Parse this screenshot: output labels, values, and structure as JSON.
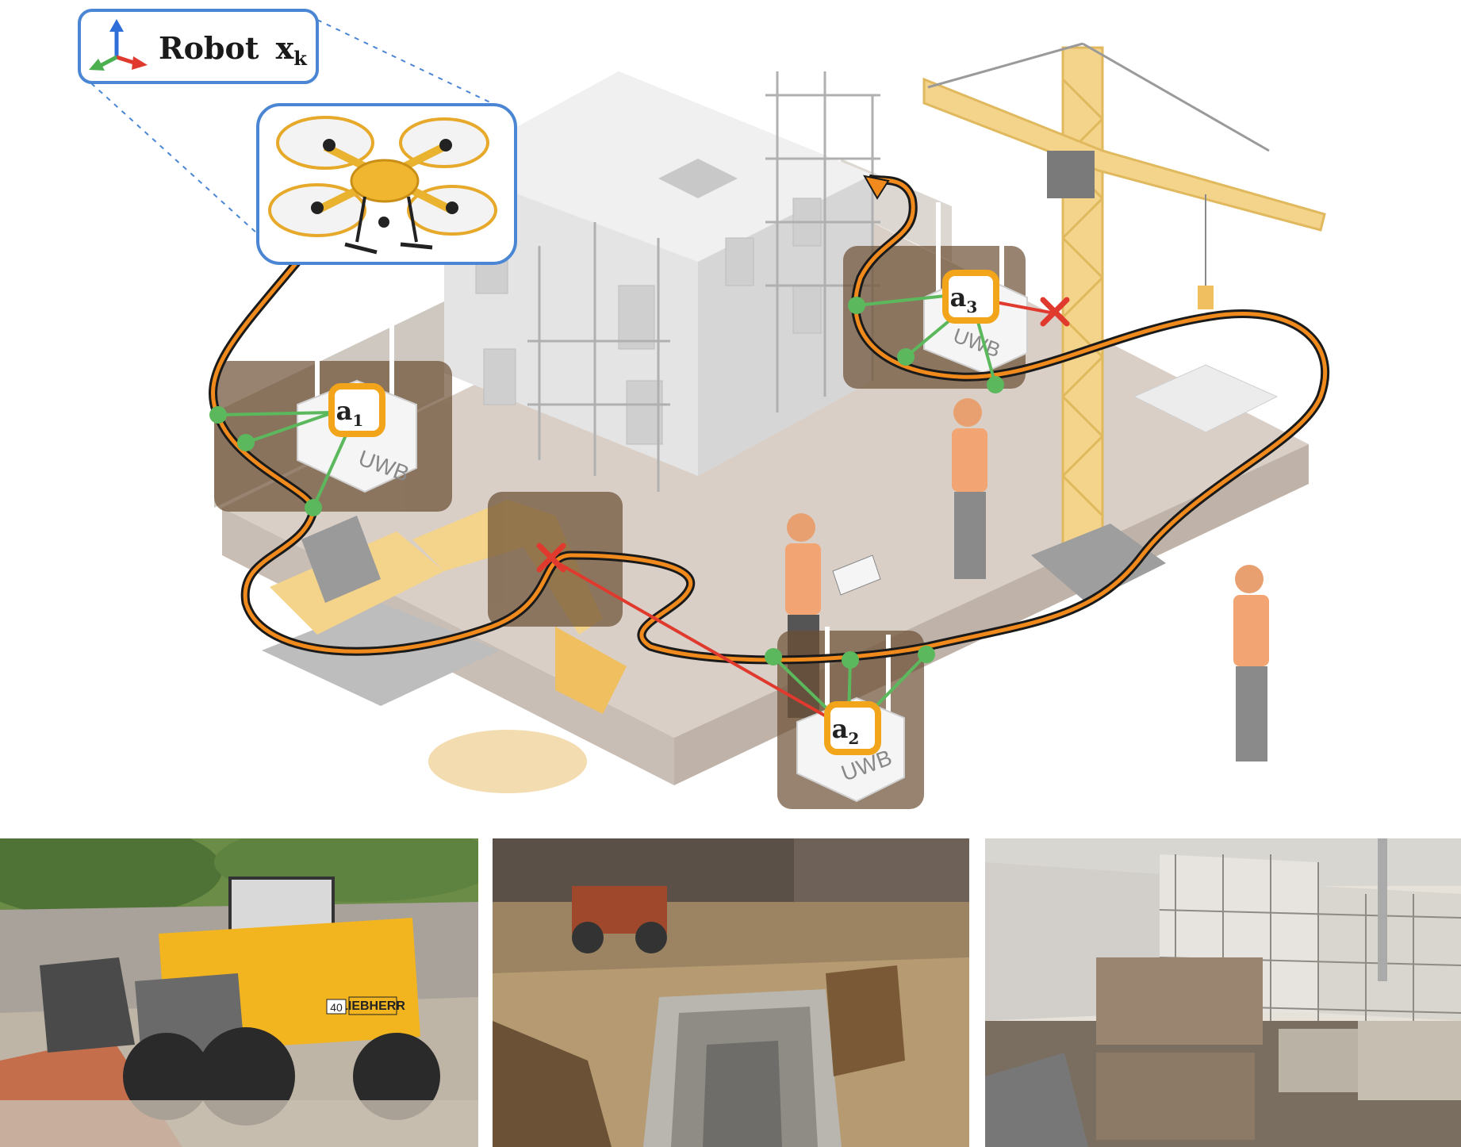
{
  "legend": {
    "robot_label": "Robot",
    "robot_symbol": "x",
    "robot_subscript": "k"
  },
  "anchors": [
    {
      "symbol": "a",
      "subscript": "1",
      "device_label": "UWB"
    },
    {
      "symbol": "a",
      "subscript": "2",
      "device_label": "UWB"
    },
    {
      "symbol": "a",
      "subscript": "3",
      "device_label": "UWB"
    }
  ],
  "photos": [
    {
      "subject": "wheel-loader",
      "vehicle_brand": "LIEBHERR",
      "vehicle_number": "40"
    },
    {
      "subject": "excavation-pit"
    },
    {
      "subject": "building-scaffolding"
    }
  ],
  "colors": {
    "trajectory": "#f08a1c",
    "los_link": "#5cb85c",
    "nlos_link": "#e03a2f",
    "anchor_frame": "#f2a51a",
    "callout_border": "#4a86d4",
    "shadow_region": "#6b4e33",
    "axis_up": "#2f6ed8",
    "axis_right": "#e03a2f",
    "axis_left": "#4caf50"
  }
}
